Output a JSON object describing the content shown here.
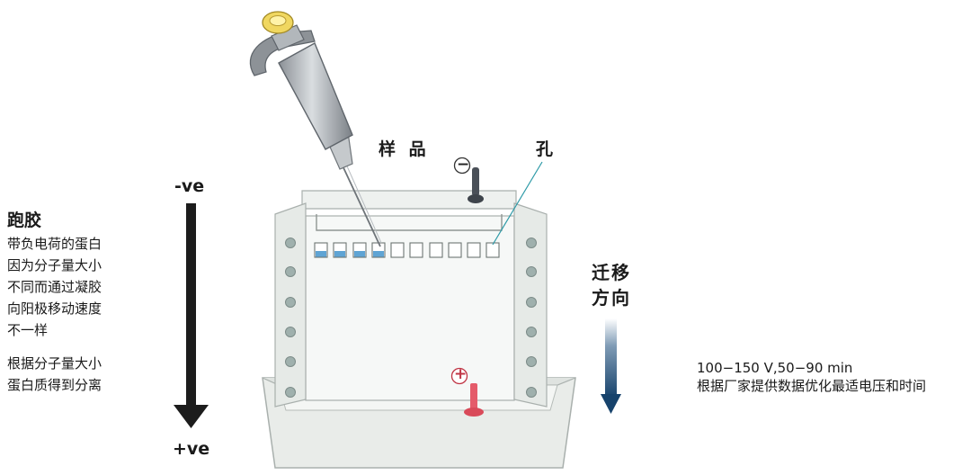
{
  "left_panel": {
    "title": "跑胶",
    "desc_lines": [
      "带负电荷的蛋白",
      "因为分子量大小",
      "不同而通过凝胶",
      "向阳极移动速度",
      "不一样"
    ],
    "summary_lines": [
      "根据分子量大小",
      "蛋白质得到分离"
    ]
  },
  "polarity": {
    "top": "-ve",
    "bottom": "+ve"
  },
  "apparatus": {
    "sample_label": "样 品",
    "well_label": "孔",
    "minus_symbol": "−",
    "plus_symbol": "+",
    "filled_wells": 4,
    "empty_wells": 6
  },
  "direction": {
    "line1": "迁移",
    "line2": "方向"
  },
  "conditions": {
    "line1": "100−150 V,50−90 min",
    "line2": "根据厂家提供数据优化最适电压和时间"
  },
  "colors": {
    "sample": "#5fa4d4",
    "electrode_negative": "#4a5058",
    "electrode_positive": "#e45b6a",
    "arrow_dark": "#1c1c1c",
    "direction_arrow": "#17436c",
    "pipette_tip_ring": "#f0d760",
    "tank": "#eef1ee",
    "gel": "#f5f7f6"
  }
}
